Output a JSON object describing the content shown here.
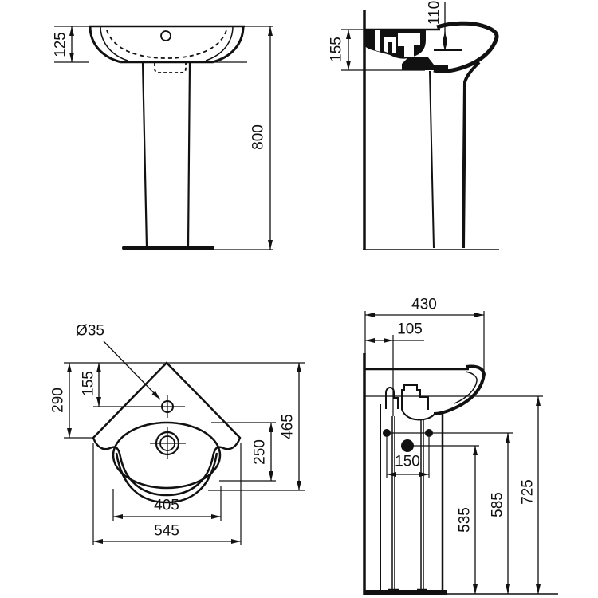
{
  "drawing": {
    "type": "technical-dimension-drawing",
    "subject": "corner washbasin with pedestal",
    "colors": {
      "line": "#111111",
      "background": "#ffffff"
    },
    "front_view": {
      "basin_rim_height": "125",
      "total_height": "800"
    },
    "side_view": {
      "back_ledge_height": "155",
      "bowl_inner_depth": "110"
    },
    "plan_view": {
      "tap_hole_diameter": "Ø35",
      "tap_hole_offset": "155",
      "corner_to_side_depth": "290",
      "total_depth": "465",
      "bowl_front_depth": "250",
      "bowl_width": "405",
      "total_width": "545"
    },
    "install_view": {
      "total_depth": "430",
      "tap_center_offset": "105",
      "pipe_spacing": "150",
      "trap_center_height": "535",
      "fixing_holes_height": "585",
      "rim_underside_height": "725"
    }
  }
}
